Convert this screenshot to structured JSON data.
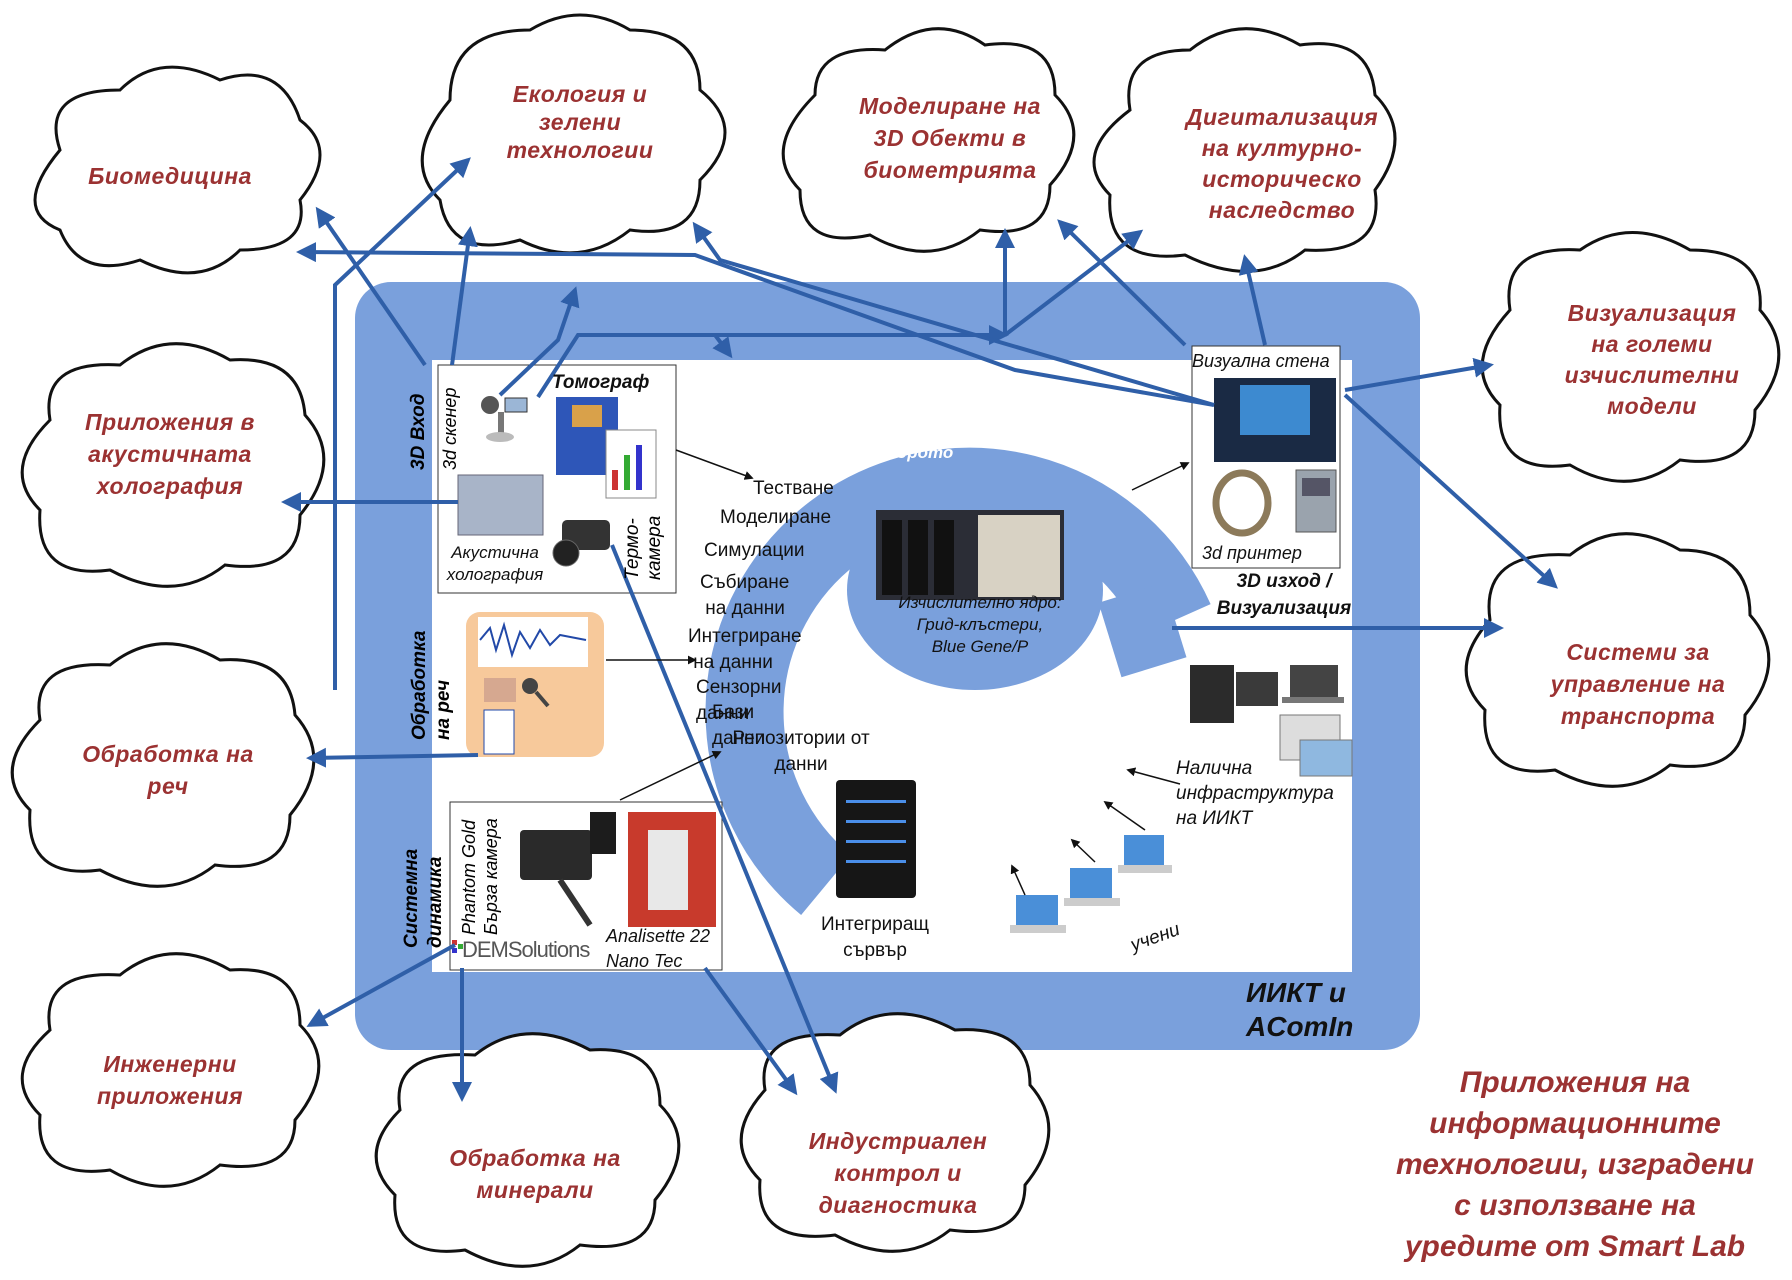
{
  "clouds": {
    "biomedicine": "Биомедицина",
    "ecology": "Екология и\nзелени\nтехнологии",
    "modeling3d": "Моделиране на\n3D Обекти в\nбиометрията",
    "digitization": "Дигитализация\nна културно-\nисторическо\nнаследство",
    "visualization": "Визуализация\nна големи\nизчислителни\nмодели",
    "acoustic": "Приложения в\nакустичната\nхолография",
    "transport": "Системи за\nуправление на\nтранспорта",
    "speech": "Обработка на\nреч",
    "engineering": "Инженерни\nприложения",
    "minerals": "Обработка на\nминерали",
    "industrial": "Индустриален\nконтрол и\nдиагностика"
  },
  "input_panel": {
    "section_label": "3D Вход",
    "scanner": "3d скенер",
    "tomograph": "Томограф",
    "acoustic": "Акустична\nхолография",
    "thermo": "Термо-\nкамера"
  },
  "speech_panel": {
    "section_label": "Обработка\nна реч"
  },
  "dynamics_panel": {
    "section_label": "Системна\nдинамика",
    "phantom": "Phantom Gold\nБърза камера",
    "dem_logo": "DEMSolutions",
    "analisette": "Analisette 22\nNano Tec"
  },
  "ring": {
    "interface": "Интелигентен\nинтерфейс към/от\nядрото",
    "items": [
      "Тестване",
      "Моделиране",
      "Симулации",
      "Събиране\n на данни",
      "Интегриране\n на данни",
      "Сензорни данни",
      "Бази данни",
      "Репозитории от\nданни"
    ],
    "core": "Изчислително ядро:\nГрид-клъстери,\nBlue Gene/P"
  },
  "output_panel": {
    "video_wall": "Визуална стена",
    "printer": "3d принтер",
    "caption": "3D изход /\nВизуализация"
  },
  "infrastructure": "Налична\nинфраструктура\nна ИИКТ",
  "server": "Интегриращ\nсървър",
  "scientists": "учени",
  "frame_label": "ИИКТ и\nAComIn",
  "title": "Приложения на\nинформационните\nтехнологии, изградени\nс използване на\nуредите от Smart Lab",
  "colors": {
    "frame": "#7aa0dc",
    "arrow": "#2f5fa8",
    "cloud_text": "#9b3232",
    "ring": "#7aa0dc"
  }
}
